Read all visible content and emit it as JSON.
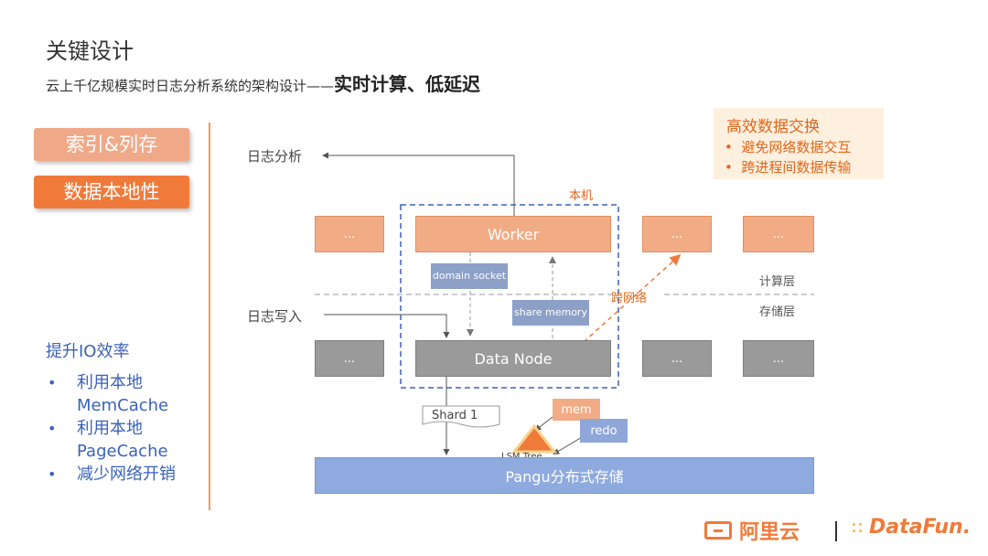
{
  "header": {
    "title": "关键设计",
    "subtitle_prefix": "云上千亿规模实时日志分析系统的架构设计——",
    "subtitle_bold": "实时计算、低延迟"
  },
  "tags": {
    "index_column": "索引&列存",
    "data_locality": "数据本地性"
  },
  "io": {
    "title": "提升IO效率",
    "bullet": "•",
    "items": [
      "利用本地MemCache",
      "利用本地PageCache",
      "减少网络开销"
    ]
  },
  "exchange": {
    "title": "高效数据交换",
    "bullet": "•",
    "items": [
      "避免网络数据交互",
      "跨进程间数据传输"
    ]
  },
  "diagram": {
    "log_analysis": "日志分析",
    "log_write": "日志写入",
    "local_machine": "本机",
    "compute_layer": "计算层",
    "storage_layer": "存储层",
    "cross_network": "跨网络",
    "worker": "Worker",
    "data_node": "Data Node",
    "ellipsis": "...",
    "domain_socket": "domain socket",
    "share_memory": "share memory",
    "shard": "Shard 1",
    "mem": "mem",
    "redo": "redo",
    "lsm_tree": "LSM Tree",
    "pangu": "Pangu分布式存储"
  },
  "logos": {
    "alibaba": "阿里云",
    "datafun": "DataFun."
  },
  "colors": {
    "orange": "#f07a3a",
    "light_orange": "#f2ac85",
    "gray": "#9a9a9a",
    "blue": "#3b62bb",
    "pangu": "#8eaade"
  }
}
